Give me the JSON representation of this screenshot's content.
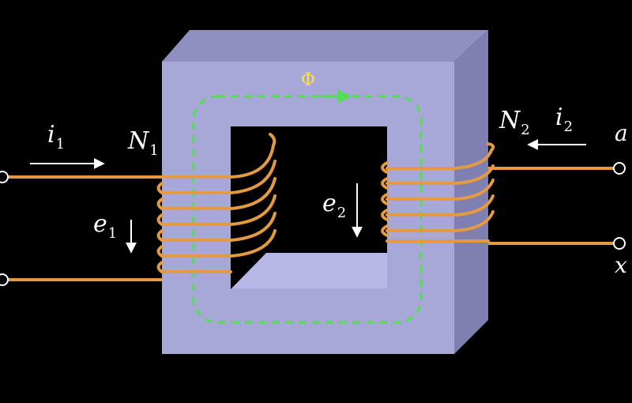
{
  "labels": {
    "flux": "Φ",
    "i1": "i",
    "i1_sub": "1",
    "i2": "i",
    "i2_sub": "2",
    "N1": "N",
    "N1_sub": "1",
    "N2": "N",
    "N2_sub": "2",
    "e1": "e",
    "e1_sub": "1",
    "e2": "e",
    "e2_sub": "2",
    "terminal_a": "a",
    "terminal_x": "x"
  },
  "colors": {
    "background": "#000000",
    "core_front": "#a8a8d8",
    "core_top": "#9090c0",
    "core_side": "#7f7fb2",
    "window_inner": "#c0c0ea",
    "coil": "#e39a42",
    "flux_path": "#55dd55",
    "arrow": "#ffffff",
    "text": "#ffffff",
    "flux_label": "#ffe040"
  }
}
